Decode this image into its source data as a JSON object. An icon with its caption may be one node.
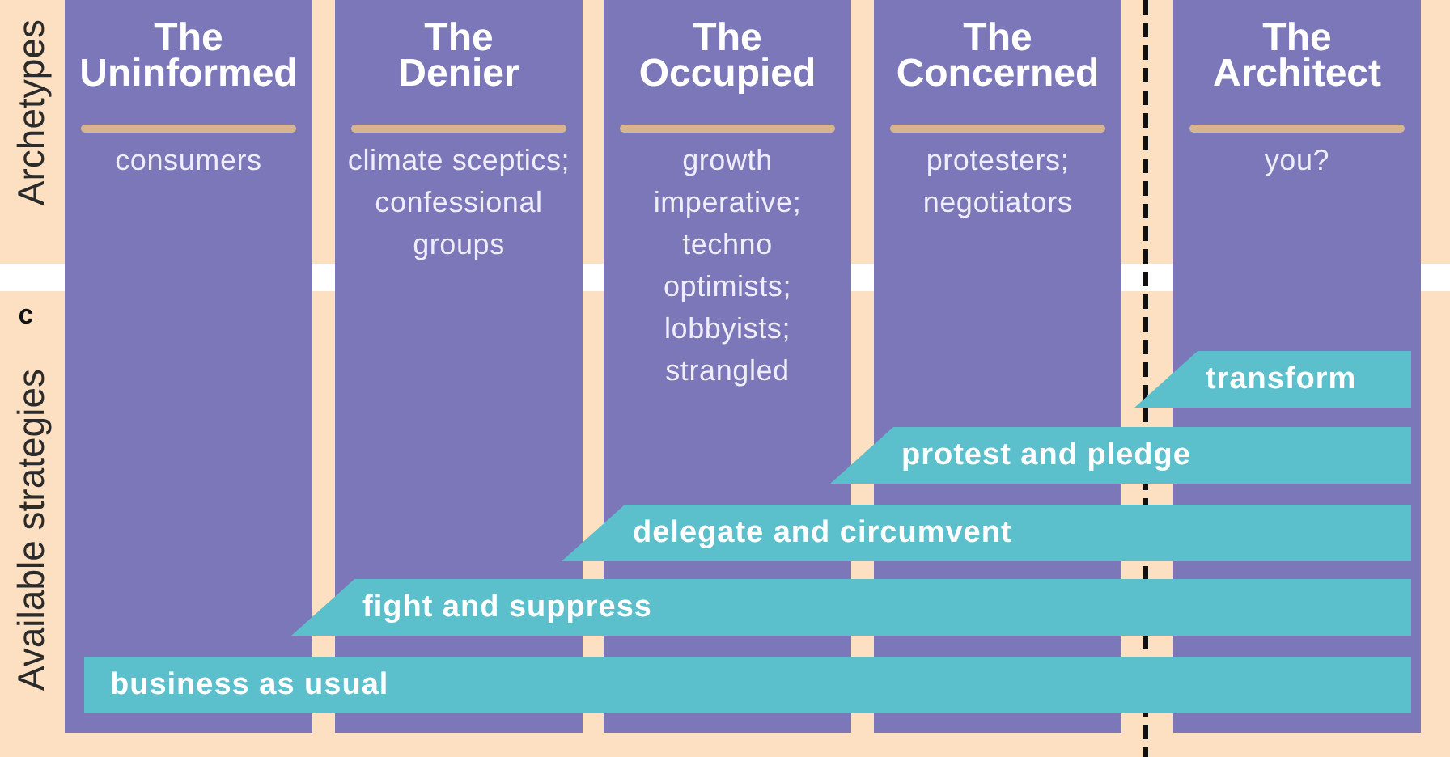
{
  "diagram": {
    "nodes": [
      {
        "text": [
          "The Uninformed",
          "consumers"
        ]
      },
      {
        "text": [
          "The Denier",
          "climate sceptics; confessional groups"
        ]
      },
      {
        "text": [
          "The Occupied",
          "growth imperative; techno optimists; lobbyists; strangled"
        ]
      },
      {
        "text": [
          "The Concerned",
          "protesters; negotiators"
        ]
      },
      {
        "text": [
          "The Architect",
          "you?"
        ]
      },
      {
        "text": [
          "transform"
        ]
      },
      {
        "text": [
          "protest and pledge"
        ]
      },
      {
        "text": [
          "delegate and circumvent"
        ]
      },
      {
        "text": [
          "fight and suppress"
        ]
      },
      {
        "text": [
          "business as usual"
        ]
      }
    ],
    "labels": [
      "Archetypes",
      "c",
      "Available strategies"
    ]
  }
}
